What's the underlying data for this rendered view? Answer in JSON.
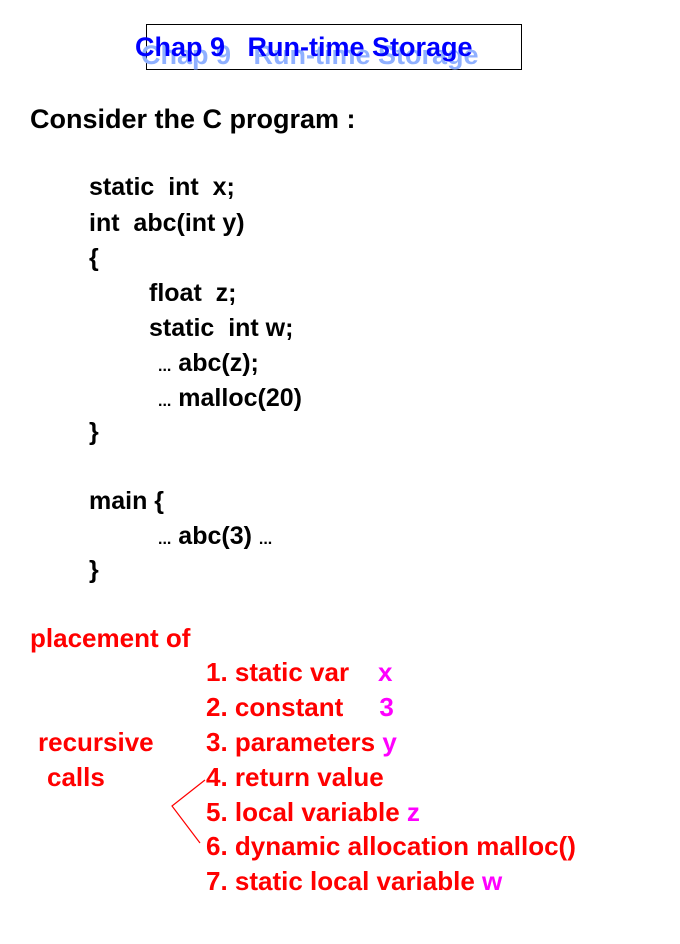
{
  "title": "Chap 9   Run-time Storage",
  "heading": "Consider the C program :",
  "code": {
    "l1": "static  int  x;",
    "l2": "int  abc(int y)",
    "l3": "{",
    "l4": "float  z;",
    "l5": "static  int w;",
    "l6_dots": "...",
    "l6_text": "abc(z);",
    "l7_dots": "...",
    "l7_text": "malloc(20)",
    "l8": "}",
    "l9": "main {",
    "l10_dots": "...",
    "l10_text": "abc(3)",
    "l10_tail": "...",
    "l11": "}"
  },
  "placement": {
    "heading": "placement of",
    "side_label_1": "recursive",
    "side_label_2": "calls",
    "items": [
      {
        "text": "1. static var",
        "highlight": "x"
      },
      {
        "text": "2. constant",
        "highlight": "3"
      },
      {
        "text": "3. parameters",
        "highlight": "y"
      },
      {
        "text": "4. return value",
        "highlight": ""
      },
      {
        "text": "5. local variable",
        "highlight": "z"
      },
      {
        "text": "6. dynamic allocation malloc()",
        "highlight": ""
      },
      {
        "text": "7. static local variable",
        "highlight": "w"
      }
    ]
  },
  "colors": {
    "title": "#0000ff",
    "title_shadow": "#8fb0ff",
    "list": "#ff0000",
    "highlight": "#ff00ff"
  }
}
